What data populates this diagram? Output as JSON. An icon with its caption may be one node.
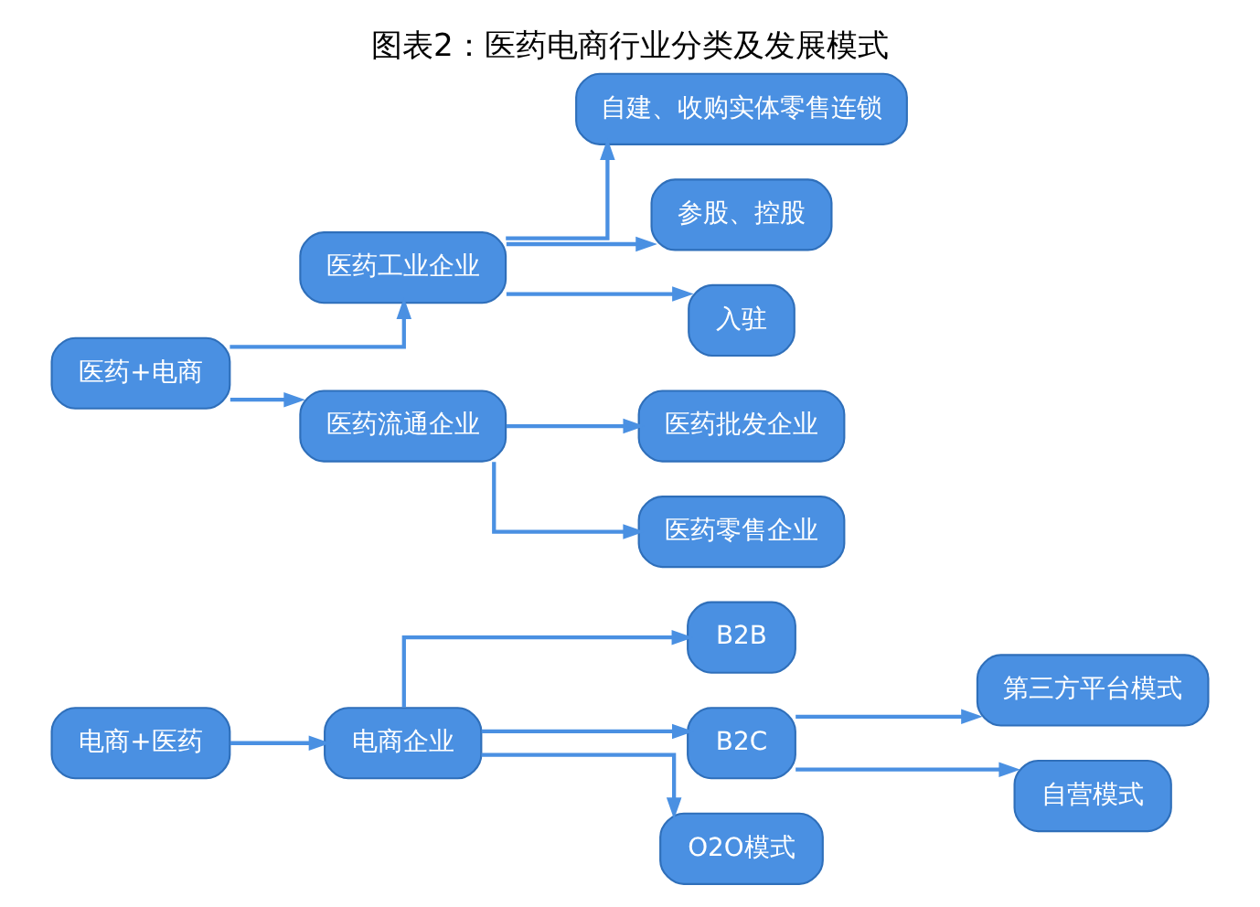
{
  "diagram": {
    "title": "图表2：医药电商行业分类及发展模式",
    "nodes": [
      {
        "text": [
          "电商+医药"
        ]
      },
      {
        "text": [
          "电商企业"
        ]
      },
      {
        "text": [
          "B2B"
        ]
      },
      {
        "text": [
          "B2C"
        ]
      },
      {
        "text": [
          "第三方平台模式"
        ]
      },
      {
        "text": [
          "自营模式"
        ]
      },
      {
        "text": [
          "O2O模式"
        ]
      },
      {
        "text": [
          "医药+电商"
        ]
      },
      {
        "text": [
          "医药工业企业"
        ]
      },
      {
        "text": [
          "自建、收购实体零售连锁"
        ]
      },
      {
        "text": [
          "参股、控股"
        ]
      },
      {
        "text": [
          "入驻"
        ]
      },
      {
        "text": [
          "医药流通企业"
        ]
      },
      {
        "text": [
          "医药批发企业"
        ]
      },
      {
        "text": [
          "医药零售企业"
        ]
      }
    ],
    "edges": [
      {
        "from": 0,
        "to": 1,
        "arrow": "to"
      },
      {
        "from": 1,
        "to": 2,
        "arrow": "to"
      },
      {
        "from": 1,
        "to": 3,
        "arrow": "to"
      },
      {
        "from": 1,
        "to": 6,
        "arrow": "to"
      },
      {
        "from": 3,
        "to": 4,
        "arrow": "to"
      },
      {
        "from": 3,
        "to": 5,
        "arrow": "to"
      },
      {
        "from": 7,
        "to": 8,
        "arrow": "to"
      },
      {
        "from": 7,
        "to": 12,
        "arrow": "to"
      },
      {
        "from": 8,
        "to": 9,
        "arrow": "to"
      },
      {
        "from": 8,
        "to": 10,
        "arrow": "to"
      },
      {
        "from": 8,
        "to": 11,
        "arrow": "to"
      },
      {
        "from": 12,
        "to": 13,
        "arrow": "to"
      },
      {
        "from": 12,
        "to": 14,
        "arrow": "to"
      }
    ]
  }
}
